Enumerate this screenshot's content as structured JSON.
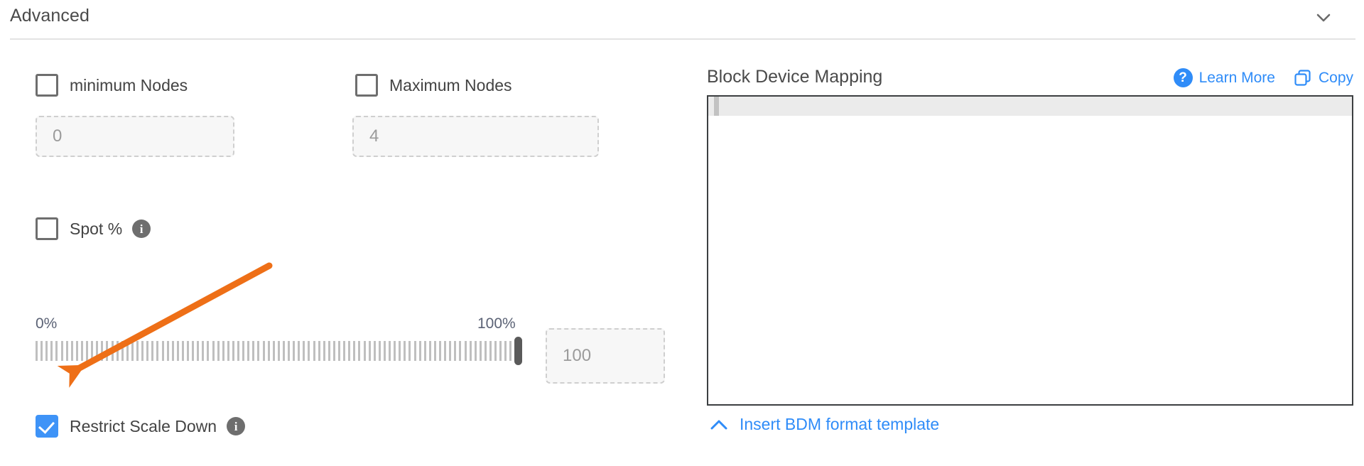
{
  "header": {
    "title": "Advanced",
    "collapse_icon": "chevron-down-icon"
  },
  "left": {
    "min_nodes": {
      "label": "minimum Nodes",
      "checked": false,
      "input_placeholder": "0",
      "input_value": ""
    },
    "max_nodes": {
      "label": "Maximum Nodes",
      "checked": false,
      "input_placeholder": "4",
      "input_value": ""
    },
    "spot": {
      "label": "Spot %",
      "checked": false,
      "info_icon": "info-icon"
    },
    "slider": {
      "min_label": "0%",
      "max_label": "100%",
      "value": 100,
      "input_placeholder": "100",
      "input_value": ""
    },
    "restrict_scale_down": {
      "label": "Restrict Scale Down",
      "checked": true,
      "info_icon": "info-icon"
    }
  },
  "right": {
    "title": "Block Device Mapping",
    "learn_more": "Learn More",
    "copy": "Copy",
    "editor_text": "",
    "footer_link": "Insert BDM format template"
  },
  "colors": {
    "accent_blue": "#2f8cf8",
    "checkbox_blue": "#3e93f7",
    "annotation_orange": "#ee6f17",
    "text": "#434343",
    "muted": "#9b9b9b"
  },
  "annotation": {
    "type": "arrow",
    "color": "#ee6f17",
    "points_to": "restrict-scale-down-checkbox"
  }
}
